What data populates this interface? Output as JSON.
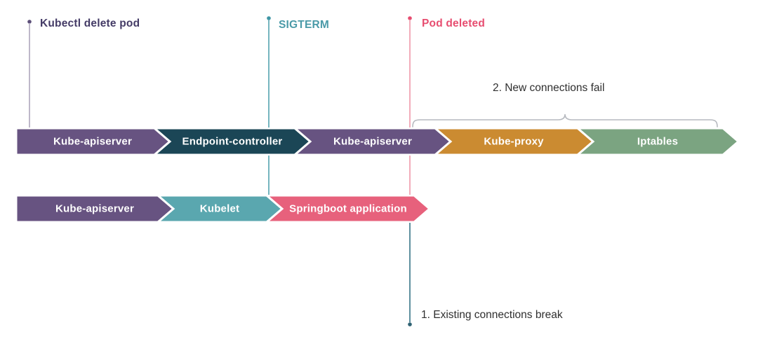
{
  "markers": [
    {
      "label": "Kubectl delete pod",
      "text_color": "#443b66",
      "line_color": "#b7b0c3",
      "dot_color": "#5c4f79"
    },
    {
      "label": "SIGTERM",
      "text_color": "#4a9aa8",
      "line_color": "#66adb8",
      "dot_color": "#3f96a5"
    },
    {
      "label": "Pod deleted",
      "text_color": "#e74d70",
      "line_color": "#f0a3b2",
      "dot_color": "#e74d70"
    }
  ],
  "rows": [
    {
      "name": "new-connection-flow",
      "segments": [
        {
          "label": "Kube-apiserver",
          "color": "#675381"
        },
        {
          "label": "Endpoint-controller",
          "color": "#1b4656"
        },
        {
          "label": "Kube-apiserver",
          "color": "#675381"
        },
        {
          "label": "Kube-proxy",
          "color": "#cb8b31"
        },
        {
          "label": "Iptables",
          "color": "#7ba481"
        }
      ]
    },
    {
      "name": "pod-termination-flow",
      "segments": [
        {
          "label": "Kube-apiserver",
          "color": "#675381"
        },
        {
          "label": "Kubelet",
          "color": "#5aa7af"
        },
        {
          "label": "Springboot application",
          "color": "#e7617c"
        }
      ]
    }
  ],
  "annotations": {
    "new_connections_fail": "2. New connections fail",
    "existing_connections_break": "1. Existing connections break",
    "text_color": "#2f2f2f",
    "brace_color": "#b6b9bf",
    "break_line_color": "#4d8494",
    "break_dot_color": "#2f6273"
  },
  "chevron_text_color": "#ffffff"
}
